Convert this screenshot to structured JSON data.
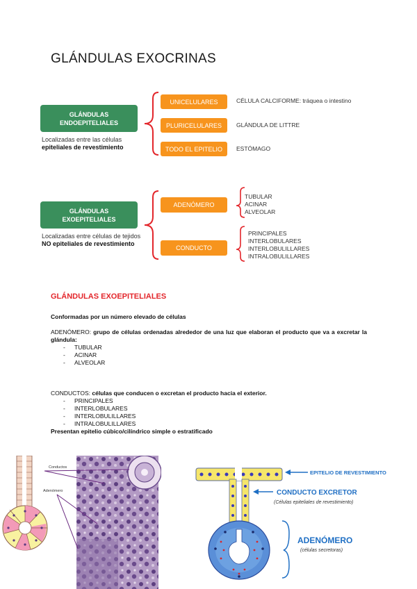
{
  "title": "GLÁNDULAS EXOCRINAS",
  "endo": {
    "label_line1": "GLÁNDULAS",
    "label_line2": "ENDOEPITELIALES",
    "note_prefix": "Localizadas entre las células",
    "note_bold": "epiteliales de revestimiento",
    "items": [
      {
        "label": "UNICELULARES",
        "detail": "CÉLULA CALCIFORME: tráquea o intestino"
      },
      {
        "label": "PLURICELULARES",
        "detail": "GLÁNDULA DE LITTRE"
      },
      {
        "label": "TODO EL EPITELIO",
        "detail": "ESTÓMAGO"
      }
    ]
  },
  "exo": {
    "label_line1": "GLÁNDULAS",
    "label_line2": "EXOEPITELIALES",
    "note_prefix": "Localizadas entre células de tejidos",
    "note_bold": "NO epiteliales de revestimiento",
    "adenomero": {
      "label": "ADENÓMERO",
      "types": [
        "TUBULAR",
        "ACINAR",
        "ALVEOLAR"
      ]
    },
    "conducto": {
      "label": "CONDUCTO",
      "types": [
        "PRINCIPALES",
        "INTERLOBULARES",
        "INTERLOBULILLARES",
        "INTRALOBULILLARES"
      ]
    }
  },
  "section": {
    "title": "GLÁNDULAS EXOEPITELIALES",
    "intro": "Conformadas por un número elevado de células",
    "adenomero_head": "ADENÓMERO:",
    "adenomero_text": "grupo de células ordenadas alrededor de una luz que elaboran el producto que va a excretar la glándula:",
    "adenomero_list": [
      "TUBULAR",
      "ACINAR",
      "ALVEOLAR"
    ],
    "conductos_head": "CONDUCTOS:",
    "conductos_text": "células que conducen o excretan el producto hacia el exterior.",
    "conductos_list": [
      "PRINCIPALES",
      "INTERLOBULARES",
      "INTERLOBULILLARES",
      "INTRALOBULILLARES"
    ],
    "epitelio_text": "Presentan epitelio cúbico/cilíndrico simple o estratificado"
  },
  "figure_left": {
    "label_conductos": "Conductos",
    "label_adenomero": "Adenómero"
  },
  "figure_right": {
    "label_epitelio": "EPITELIO DE REVESTIMIENTO",
    "label_conducto": "CONDUCTO EXCRETOR",
    "label_conducto_sub": "(Células epiteliales de revestimiento)",
    "label_adenomero": "ADENÓMERO",
    "label_adenomero_sub": "(células secretoras)"
  },
  "colors": {
    "green": "#3a8f5c",
    "orange": "#f7941d",
    "red_title": "#e3262b",
    "blue": "#1f6fc4"
  }
}
